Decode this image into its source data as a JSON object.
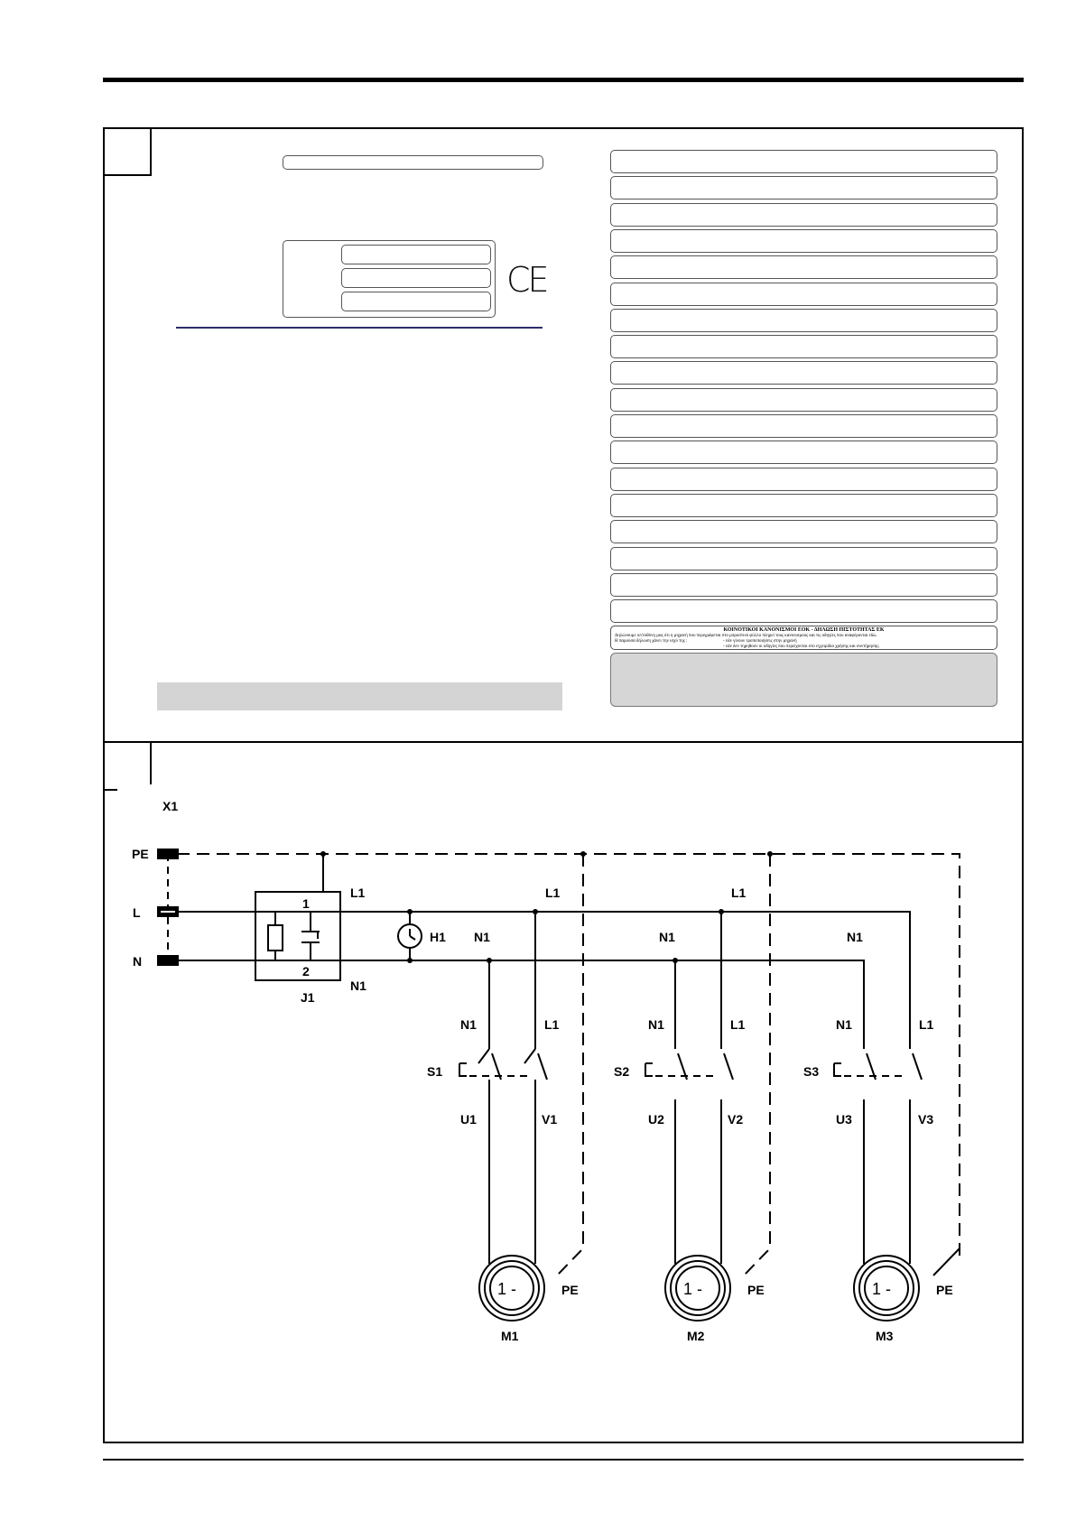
{
  "declaration": {
    "title": "ΚΟΙΝΟΤΙΚΟΙ ΚΑΝΟΝΙΣΜΟΙ ΕΟΚ   -   ΔΗΛΩΣΗ ΠΙΣΤΟΤΗΤΑΣ ΕΚ",
    "line1": "Δηλώνουμε υπ'ευθύνη μας ότι η μηχανή που περιγράφεται στο μπροστινό φύλλο πληρεί τους κανονισμούς και τις οδηγίες που αναφέρονται εδώ.",
    "line2": "Η παρούσα δήλωση χάνει την ισχύ της :",
    "line2b": "- εάν γίνουν τροποποιήσεις στην μηχανή",
    "line3": "- εάν δεν τηρηθούν οι οδηγίες που περιέχονται στο εγχειρίδιο χρήσης και συντήρησης."
  },
  "mark": {
    "ce": "CE"
  },
  "schematic": {
    "terminal_block": "X1",
    "terminals": [
      "PE",
      "L",
      "N"
    ],
    "switch_contacts": [
      "1",
      "2"
    ],
    "switch_name": "J1",
    "hour_meter": "H1",
    "line_labels": {
      "L1": "L1",
      "N1": "N1",
      "PE": "PE"
    },
    "switches": [
      "S1",
      "S2",
      "S3"
    ],
    "outputs_u": [
      "U1",
      "U2",
      "U3"
    ],
    "outputs_v": [
      "V1",
      "V2",
      "V3"
    ],
    "motors": [
      "M1",
      "M2",
      "M3"
    ],
    "motor_symbol": "1 -"
  },
  "colors": {
    "rule": "#000000",
    "accent_rule": "#2b2f6a",
    "shade": "#d4d4d4"
  }
}
